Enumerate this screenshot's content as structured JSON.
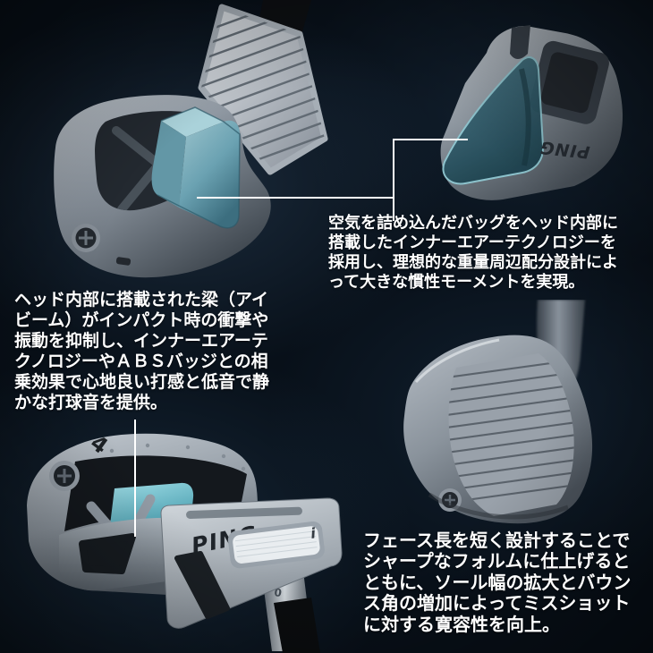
{
  "meta": {
    "description": "PING iron technology explainer graphic"
  },
  "colors": {
    "background": "#081019",
    "text": "#ffffff",
    "connector_line": "#ffffff",
    "teal_insert": "#7fb3c0",
    "teal_bright": "#7ecddb",
    "metal_light": "#c6cdd4",
    "metal_dark": "#3f474f"
  },
  "callouts": {
    "inner_air": {
      "lines": [
        "空気を詰め込んだバッグをヘッド内部に",
        "搭載したインナーエアーテクノロジーを",
        "採用し、理想的な重量周辺配分設計によ",
        "って大きな慣性モーメントを実現。"
      ]
    },
    "i_beam": {
      "lines": [
        "ヘッド内部に搭載された梁（アイ",
        "ビーム）がインパクト時の衝撃や",
        "振動を抑制し、インナーエアーテ",
        "クノロジーやＡＢＳバッジとの相",
        "乗効果で心地良い打感と低音で静",
        "かな打球音を提供。"
      ]
    },
    "face": {
      "lines": [
        "フェース長を短く設計することで",
        "シャープなフォルムに仕上げると",
        "ともに、ソール幅の拡大とバウン",
        "ス角の増加によってミスショット",
        "に対する寛容性を向上。"
      ]
    }
  },
  "illustrations": {
    "top_left": {
      "name": "iron head exploded view with inner-air badge and face plate"
    },
    "top_right": {
      "brand": "PING"
    },
    "bottom_left": {
      "iron_number": "4",
      "badge_brand": "PING",
      "badge_logo": "i",
      "hosel_marking": "0"
    },
    "bottom_right": {
      "name": "iron head face view"
    }
  }
}
